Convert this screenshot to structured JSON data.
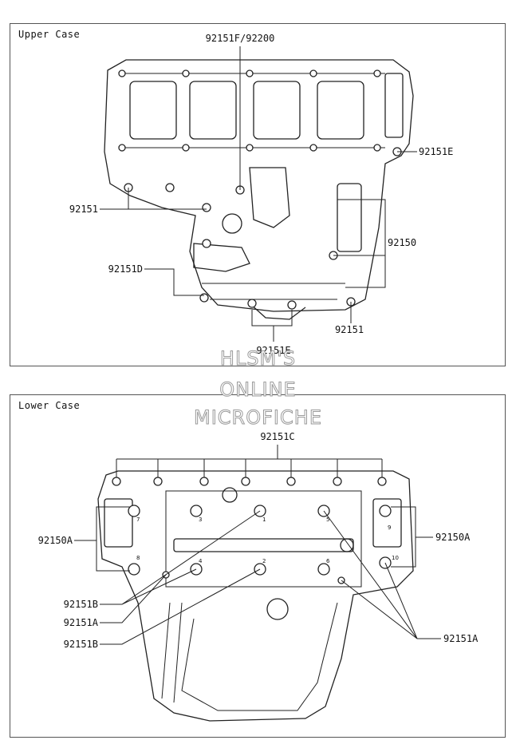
{
  "upper": {
    "title": "Upper Case",
    "labels": {
      "top_center": "92151F/92200",
      "right_e": "92151E",
      "left_a": "92151",
      "right_b": "92150",
      "left_d": "92151D",
      "bottom_right": "92151",
      "bottom_center": "92151E"
    }
  },
  "lower": {
    "title": "Lower Case",
    "labels": {
      "top_center": "92151C",
      "left_a": "92150A",
      "right_a": "92150A",
      "left_b1": "92151B",
      "left_a1": "92151A",
      "left_b2": "92151B",
      "right_a1": "92151A"
    },
    "numbers": [
      "7",
      "3",
      "1",
      "5",
      "9",
      "8",
      "4",
      "2",
      "6",
      "10"
    ]
  },
  "watermark": {
    "line1": "HLSM'S",
    "line2": "ONLINE",
    "line3": "MICROFICHE"
  }
}
